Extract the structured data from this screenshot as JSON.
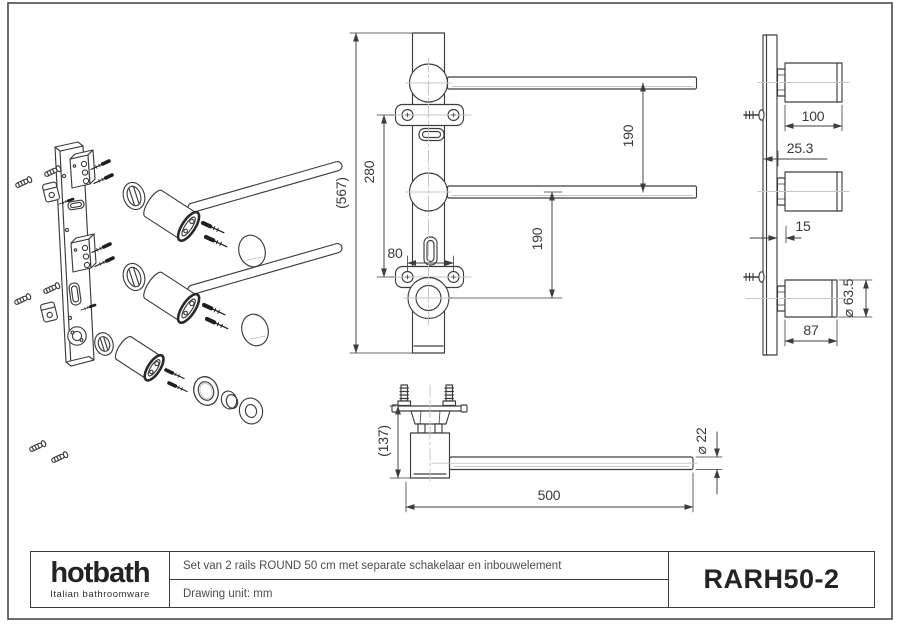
{
  "sheet": {
    "views": {
      "front": {
        "overall_height": "(567)",
        "bracket_spacing": "280",
        "hole_spacing": "80",
        "rail_gap": "190",
        "rail_to_valve": "190"
      },
      "side": {
        "rail_holder_length": "100",
        "built_in_depth": "25.3",
        "plate_offset": "15",
        "valve_diameter": "⌀ 63.5",
        "valve_length": "87"
      },
      "top": {
        "body_depth": "(137)",
        "rail_length": "500",
        "rail_diameter": "⌀ 22"
      }
    }
  },
  "title_block": {
    "brand": "hotbath",
    "tagline": "Italian bathroomware",
    "description": "Set van 2 rails ROUND 50 cm met separate schakelaar en inbouwelement",
    "drawing_unit": "Drawing unit: mm",
    "product_code": "RARH50-2"
  },
  "colors": {
    "line": "#3d3d3d",
    "centerline": "#c4c4c4",
    "text": "#3a3a3a",
    "frame": "#4a4a4a"
  }
}
